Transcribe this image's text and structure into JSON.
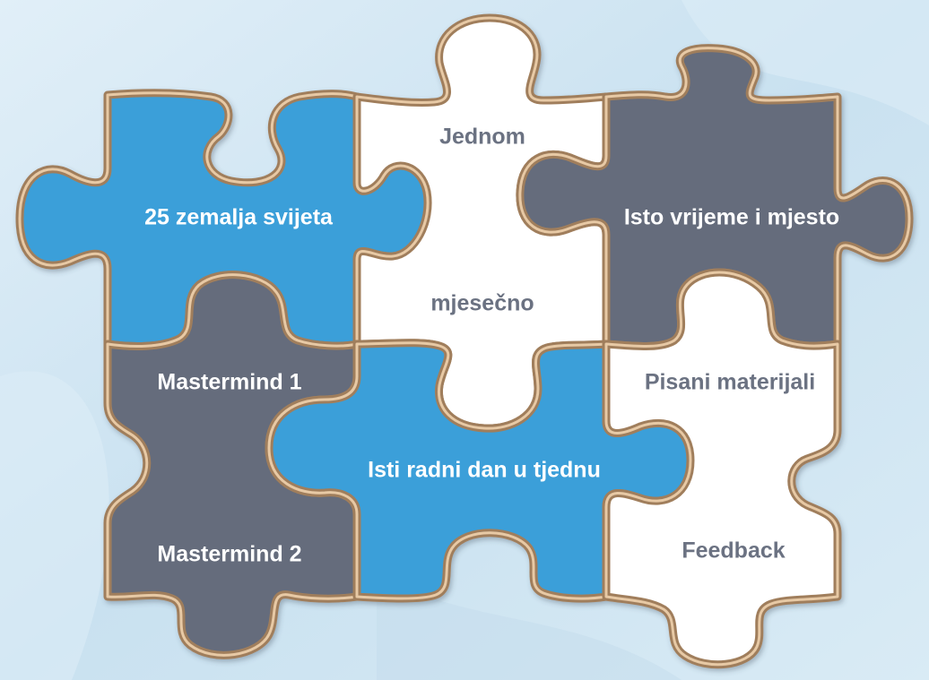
{
  "colors": {
    "background": "#d2e6f2",
    "blue": "#3a9fd9",
    "gray": "#656c7c",
    "white": "#ffffff",
    "rim": "#a07e5c",
    "rim_light": "#e7c9a5",
    "dark_text": "#6b7282"
  },
  "pieces": [
    {
      "id": "top-left",
      "color": "blue",
      "labels": [
        "25 zemalja svijeta"
      ]
    },
    {
      "id": "top-middle",
      "color": "white",
      "labels": [
        "Jednom",
        "mjesečno"
      ]
    },
    {
      "id": "top-right",
      "color": "gray",
      "labels": [
        "Isto vrijeme i mjesto"
      ]
    },
    {
      "id": "bottom-left",
      "color": "gray",
      "labels": [
        "Mastermind 1",
        "Mastermind 2"
      ]
    },
    {
      "id": "bottom-middle",
      "color": "blue",
      "labels": [
        "Isti radni dan u tjednu"
      ]
    },
    {
      "id": "bottom-right",
      "color": "white",
      "labels": [
        "Pisani materijali",
        "Feedback"
      ]
    }
  ]
}
